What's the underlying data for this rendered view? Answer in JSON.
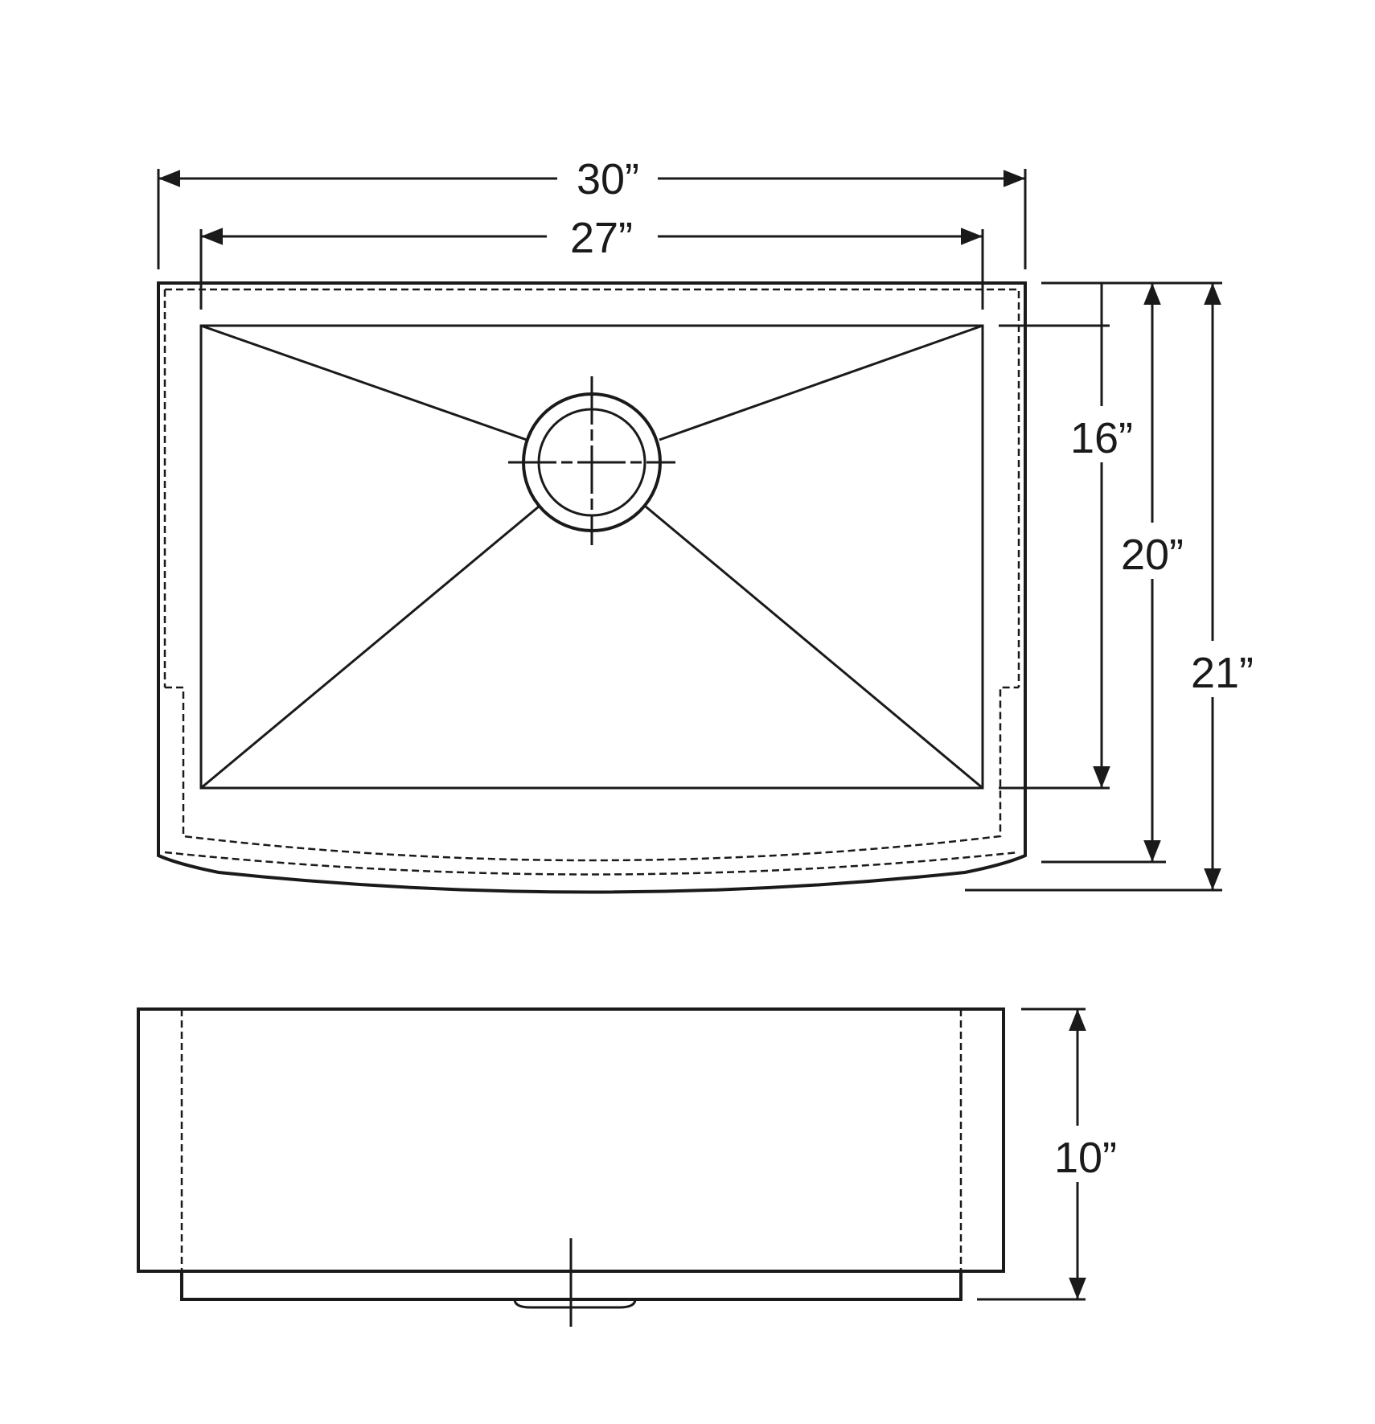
{
  "diagram": {
    "top_view": {
      "dimensions": {
        "overall_width": "30”",
        "bowl_width": "27”",
        "bowl_depth": "16”",
        "overall_depth": "20”",
        "depth_with_apron": "21”"
      }
    },
    "side_view": {
      "dimensions": {
        "height": "10”"
      }
    },
    "colors": {
      "line": "#1a1a1a",
      "background": "#ffffff"
    }
  }
}
